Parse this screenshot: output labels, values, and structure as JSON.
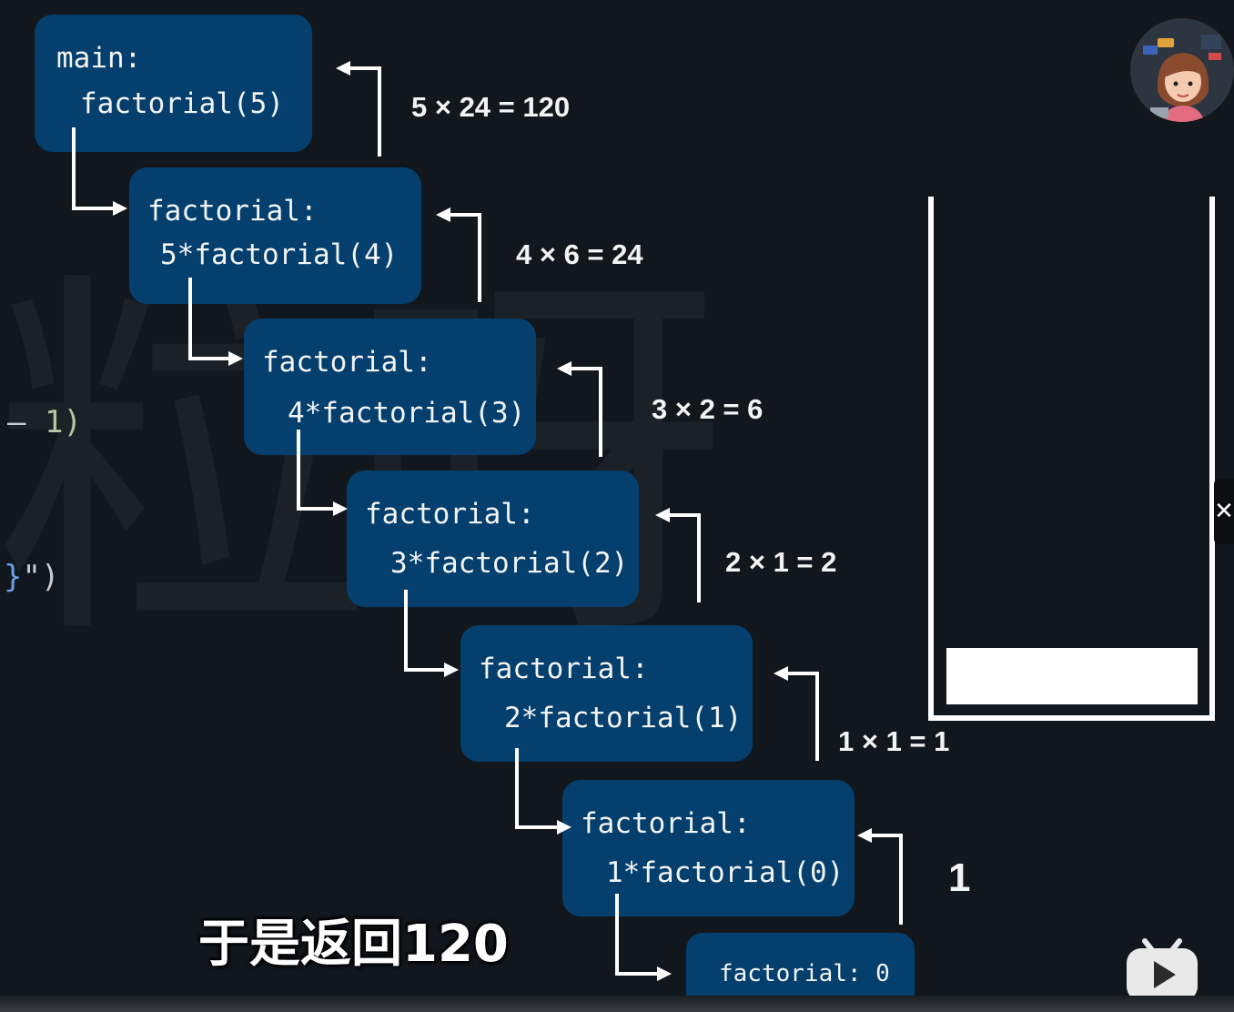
{
  "code_fragments": {
    "left_top": "– 1)",
    "left_top_op": "–",
    "left_top_val": "1)",
    "left_mid_brace": "}",
    "left_mid_rest": "\")"
  },
  "boxes": [
    {
      "line1": "main:",
      "line2": "factorial(5)"
    },
    {
      "line1": "factorial:",
      "line2": "5*factorial(4)"
    },
    {
      "line1": "factorial:",
      "line2": "4*factorial(3)"
    },
    {
      "line1": "factorial:",
      "line2": "3*factorial(2)"
    },
    {
      "line1": "factorial:",
      "line2": "2*factorial(1)"
    },
    {
      "line1": "factorial:",
      "line2": "1*factorial(0)"
    },
    {
      "line1": "factorial: 0"
    }
  ],
  "return_labels": [
    "5 × 24 = 120",
    "4 × 6 = 24",
    "3 × 2 = 6",
    "2 × 1 = 2",
    "1 × 1 = 1",
    "1"
  ],
  "subtitle": "于是返回120",
  "colors": {
    "background": "#12171d",
    "box": "#053f6d",
    "arrow": "#ffffff",
    "stack": "#ffffff"
  },
  "icons": {
    "avatar": "presenter-avatar-icon",
    "side_tab": "close-icon",
    "player_logo": "bilibili-play-icon"
  }
}
